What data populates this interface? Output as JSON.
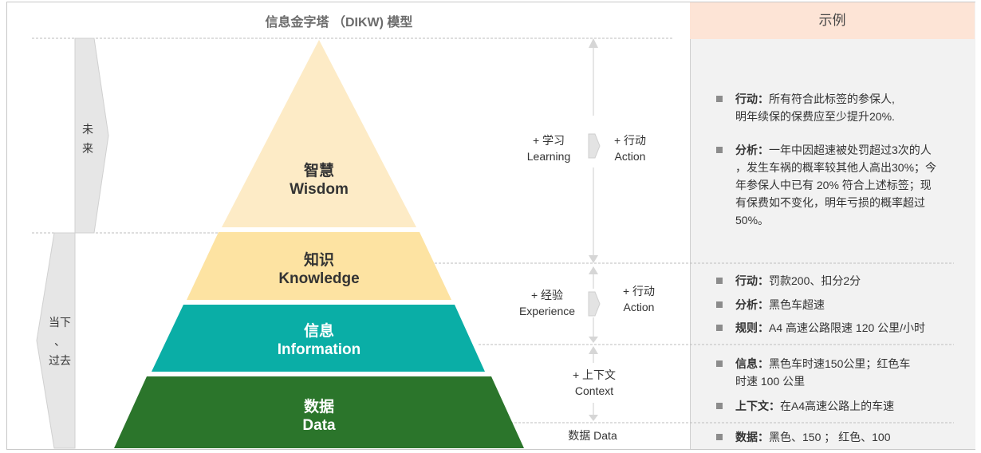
{
  "title": "信息金字塔 （DIKW) 模型",
  "examples_header": "示例",
  "timeline": {
    "future_lines": [
      "未",
      "来"
    ],
    "present_lines": [
      "当下",
      "、",
      "过去"
    ]
  },
  "pyramid": {
    "wisdom": {
      "cn": "智慧",
      "en": "Wisdom",
      "color": "#fdebc6"
    },
    "knowledge": {
      "cn": "知识",
      "en": "Knowledge",
      "color": "#fde3a2"
    },
    "information": {
      "cn": "信息",
      "en": "Information",
      "color": "#0aaea6"
    },
    "data": {
      "cn": "数据",
      "en": "Data",
      "color": "#2b752b"
    }
  },
  "transitions": {
    "learning": {
      "line1": "+ 学习",
      "line2": "Learning"
    },
    "action_top": {
      "line1": "+ 行动",
      "line2": "Action"
    },
    "experience": {
      "line1": "+ 经验",
      "line2": "Experience"
    },
    "action_mid": {
      "line1": "+ 行动",
      "line2": "Action"
    },
    "context": {
      "line1": "+ 上下文",
      "line2": "Context"
    },
    "data_label": "数据 Data"
  },
  "examples": {
    "wisdom_action_key": "行动：",
    "wisdom_action_lines": [
      "所有符合此标签的参保人,",
      "明年续保的保费应至少提升20%."
    ],
    "wisdom_analysis_key": "分析：",
    "wisdom_analysis_lines": [
      "一年中因超速被处罚超过3次的人",
      "，发生车祸的概率较其他人高出30%；今",
      "年参保人中已有 20% 符合上述标签；现",
      "有保费如不变化，明年亏损的概率超过",
      "50%。"
    ],
    "knowledge_action_key": "行动：",
    "knowledge_action": "罚款200、扣分2分",
    "knowledge_analysis_key": "分析：",
    "knowledge_analysis": "黑色车超速",
    "knowledge_rule_key": "规则：",
    "knowledge_rule": "A4 高速公路限速 120 公里/小时",
    "information_info_key": "信息：",
    "information_info_lines": [
      "黑色车时速150公里；红色车",
      "时速 100 公里"
    ],
    "information_context_key": "上下文：",
    "information_context": "在A4高速公路上的车速",
    "data_key": "数据：",
    "data_value": "黑色、150 ； 红色、100"
  }
}
